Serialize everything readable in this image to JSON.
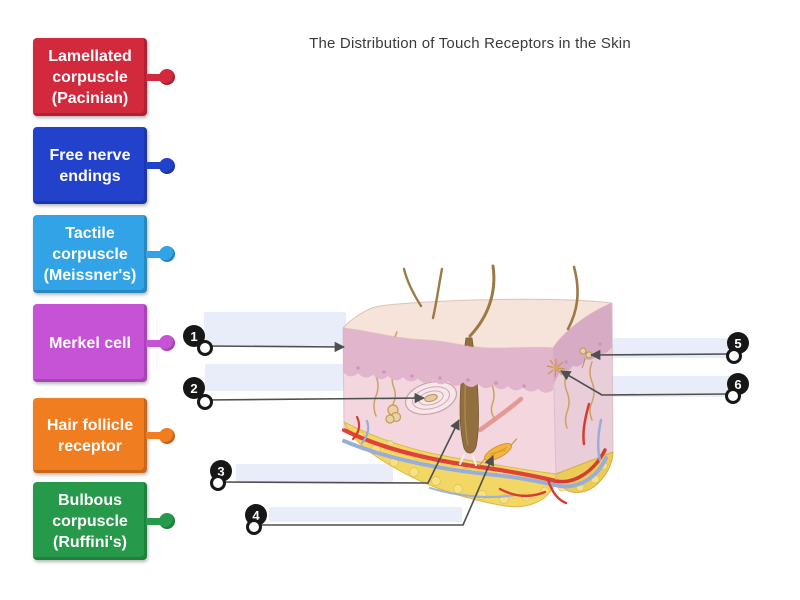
{
  "title": "The Distribution of Touch Receptors in the Skin",
  "labels": [
    {
      "id": "lamellated-corpuscle",
      "text": "Lamellated\ncorpuscle\n(Pacinian)",
      "color": "#d2293d"
    },
    {
      "id": "free-nerve-endings",
      "text": "Free nerve\nendings",
      "color": "#2342cb"
    },
    {
      "id": "tactile-corpuscle",
      "text": "Tactile\ncorpuscle\n(Meissner's)",
      "color": "#31a3e6"
    },
    {
      "id": "merkel-cell",
      "text": "Merkel cell",
      "color": "#c653d6"
    },
    {
      "id": "hair-follicle-receptor",
      "text": "Hair follicle\nreceptor",
      "color": "#f07d1f"
    },
    {
      "id": "bulbous-corpuscle",
      "text": "Bulbous\ncorpuscle\n(Ruffini's)",
      "color": "#27994b"
    }
  ],
  "zones": [
    {
      "number": "1"
    },
    {
      "number": "2"
    },
    {
      "number": "3"
    },
    {
      "number": "4"
    },
    {
      "number": "5"
    },
    {
      "number": "6"
    }
  ],
  "colors": {
    "background": "#ffffff",
    "title_text": "#3a3a3a",
    "zone_fill": "#e9edf9",
    "connector_line": "#4f4f4f",
    "marker_black": "#171717"
  }
}
